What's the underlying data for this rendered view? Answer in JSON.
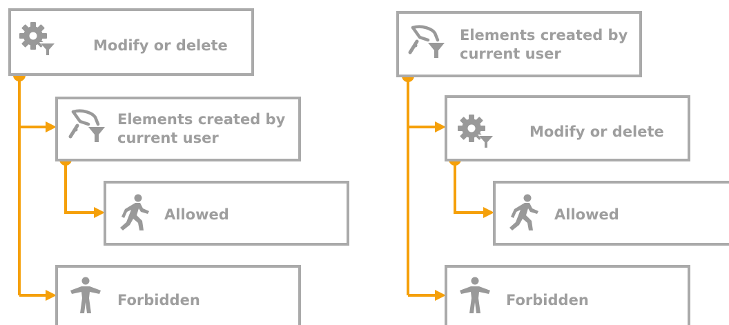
{
  "colors": {
    "connector": "#F5A00A",
    "node_border": "#AAAAAA",
    "node_text": "#9E9E9E",
    "icon": "#999999",
    "background": "#FFFFFF"
  },
  "left_tree": {
    "root": {
      "label": "Modify or delete",
      "icon": "gear-filter-icon"
    },
    "condition": {
      "label_line1": "Elements created by",
      "label_line2": "current user",
      "icon": "user-filter-icon"
    },
    "result_yes": {
      "label": "Allowed",
      "icon": "walking-person-icon"
    },
    "result_no": {
      "label": "Forbidden",
      "icon": "standing-person-icon"
    }
  },
  "right_tree": {
    "root": {
      "label_line1": "Elements created by",
      "label_line2": "current user",
      "icon": "user-filter-icon"
    },
    "condition": {
      "label": "Modify or delete",
      "icon": "gear-filter-icon"
    },
    "result_yes": {
      "label": "Allowed",
      "icon": "walking-person-icon"
    },
    "result_no": {
      "label": "Forbidden",
      "icon": "standing-person-icon"
    }
  }
}
